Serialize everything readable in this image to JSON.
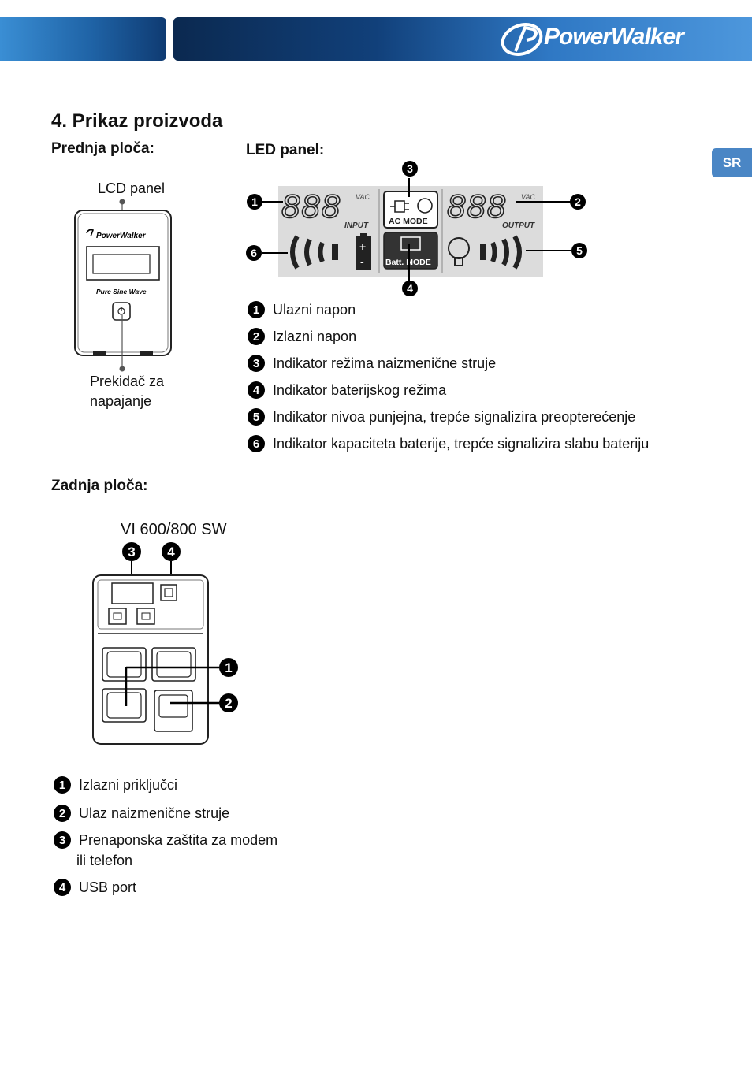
{
  "header": {
    "brand": "PowerWalker",
    "lang_tab": "SR"
  },
  "section_title": "4. Prikaz proizvoda",
  "front": {
    "heading": "Prednja ploča:",
    "lcd_label": "LCD panel",
    "device_brand": "PowerWalker",
    "device_tagline": "Pure Sine Wave",
    "switch_label_line1": "Prekidač za",
    "switch_label_line2": "napajanje"
  },
  "led": {
    "heading": "LED panel:",
    "digits": "888",
    "unit": "VAC",
    "input_label": "INPUT",
    "output_label": "OUTPUT",
    "ac_mode": "AC MODE",
    "batt_mode": "Batt. MODE",
    "markers": [
      "1",
      "2",
      "3",
      "4",
      "5",
      "6"
    ],
    "items": [
      {
        "num": "1",
        "text": "Ulazni napon"
      },
      {
        "num": "2",
        "text": "Izlazni napon"
      },
      {
        "num": "3",
        "text": "Indikator režima naizmenične struje"
      },
      {
        "num": "4",
        "text": "Indikator baterijskog režima"
      },
      {
        "num": "5",
        "text": "Indikator nivoa punjejna, trepće signalizira preopterećenje"
      },
      {
        "num": "6",
        "text": "Indikator kapaciteta baterije, trepće signalizira slabu bateriju"
      }
    ]
  },
  "rear": {
    "heading": "Zadnja ploča:",
    "model": "VI 600/800 SW",
    "markers": [
      "1",
      "2",
      "3",
      "4"
    ],
    "items": [
      {
        "num": "1",
        "text": "Izlazni priključci"
      },
      {
        "num": "2",
        "text": "Ulaz naizmenične struje"
      },
      {
        "num": "3",
        "text": "Prenaponska zaštita za modem"
      },
      {
        "num": "4",
        "text": "USB port"
      }
    ],
    "item3_line2": "ili telefon"
  }
}
